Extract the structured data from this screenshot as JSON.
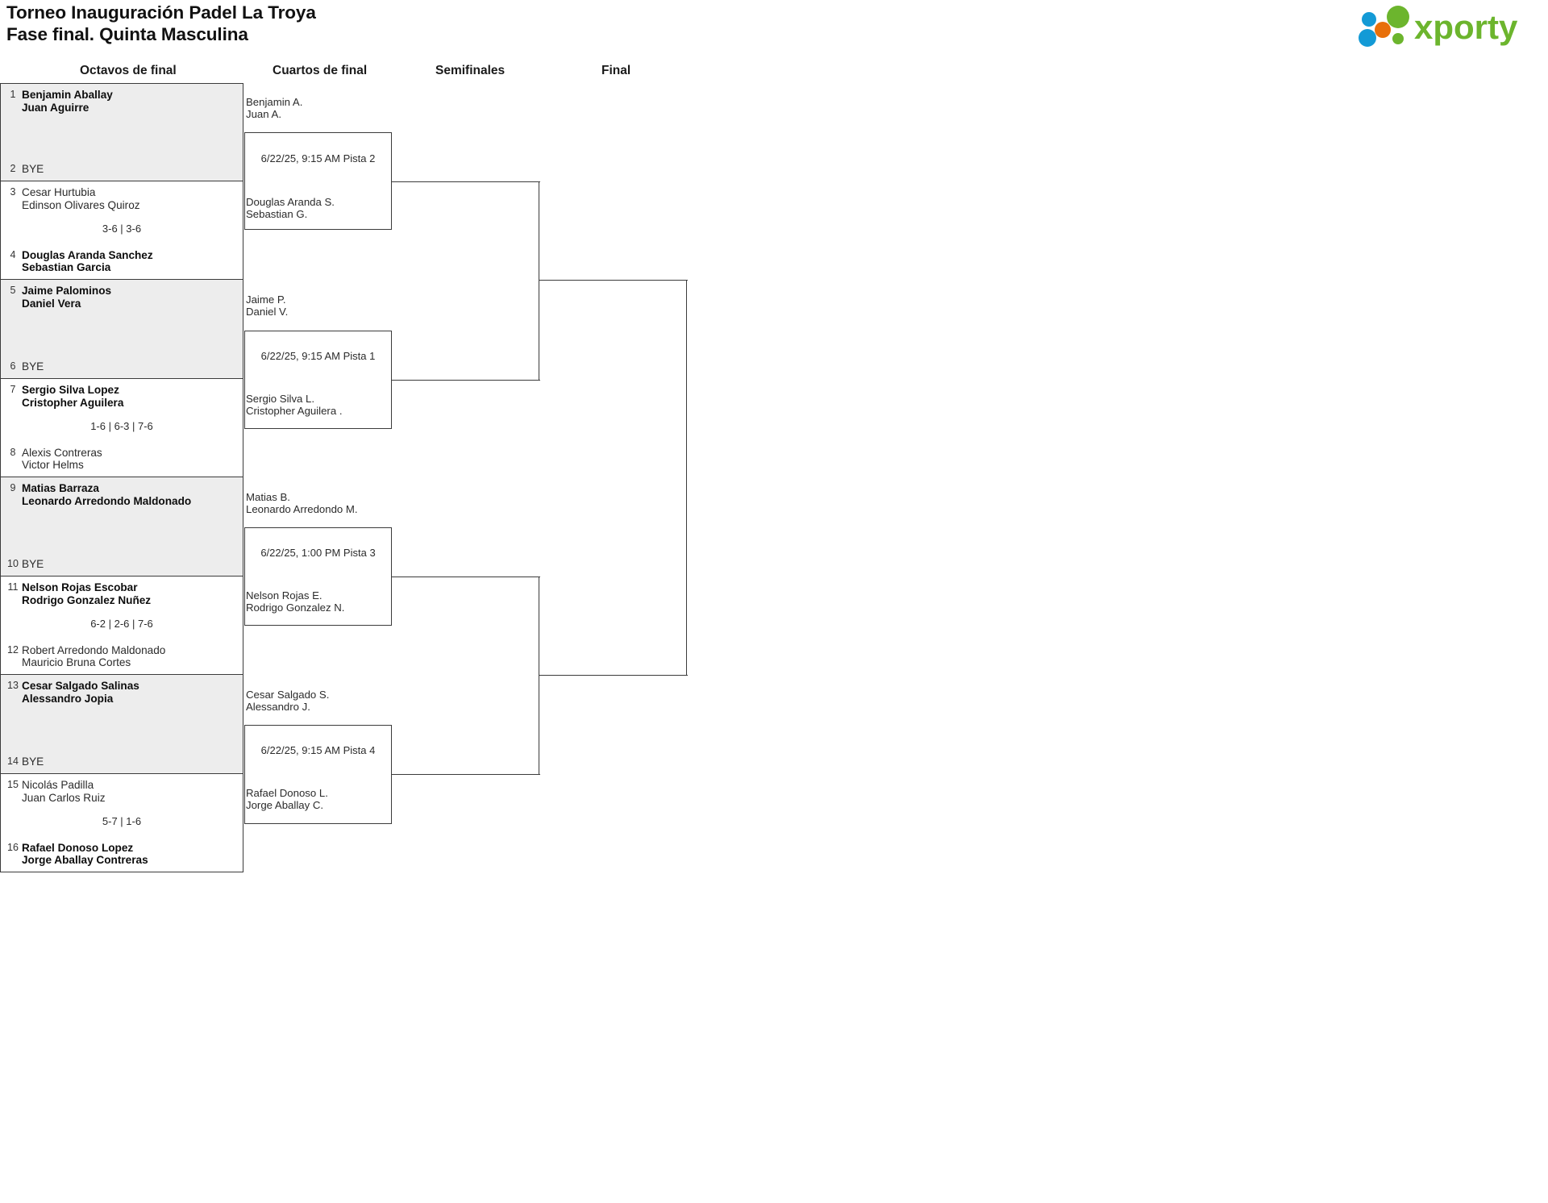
{
  "header": {
    "title_line1": "Torneo Inauguración Padel La Troya",
    "title_line2": "Fase final. Quinta Masculina",
    "logo_text": "xporty",
    "logo_colors": {
      "green": "#6cb52d",
      "blue": "#139ad6",
      "orange": "#e8700a"
    }
  },
  "rounds": [
    {
      "label": "Octavos de final"
    },
    {
      "label": "Cuartos de final"
    },
    {
      "label": "Semifinales"
    },
    {
      "label": "Final"
    }
  ],
  "round1": {
    "matches": [
      {
        "shaded": true,
        "score": "",
        "top": {
          "seed": "1",
          "bye": false,
          "winner": true,
          "p1": "Benjamin Aballay",
          "p2": "Juan Aguirre"
        },
        "bottom": {
          "seed": "2",
          "bye": true,
          "winner": false,
          "label": "BYE"
        }
      },
      {
        "shaded": false,
        "score": "3-6 | 3-6",
        "top": {
          "seed": "3",
          "bye": false,
          "winner": false,
          "p1": "Cesar Hurtubia",
          "p2": "Edinson Olivares Quiroz"
        },
        "bottom": {
          "seed": "4",
          "bye": false,
          "winner": true,
          "p1": "Douglas Aranda Sanchez",
          "p2": "Sebastian Garcia"
        }
      },
      {
        "shaded": true,
        "score": "",
        "top": {
          "seed": "5",
          "bye": false,
          "winner": true,
          "p1": "Jaime Palominos",
          "p2": "Daniel Vera"
        },
        "bottom": {
          "seed": "6",
          "bye": true,
          "winner": false,
          "label": "BYE"
        }
      },
      {
        "shaded": false,
        "score": "1-6 | 6-3 | 7-6",
        "top": {
          "seed": "7",
          "bye": false,
          "winner": true,
          "p1": "Sergio Silva Lopez",
          "p2": "Cristopher Aguilera"
        },
        "bottom": {
          "seed": "8",
          "bye": false,
          "winner": false,
          "p1": "Alexis Contreras",
          "p2": "Victor Helms"
        }
      },
      {
        "shaded": true,
        "score": "",
        "top": {
          "seed": "9",
          "bye": false,
          "winner": true,
          "p1": "Matias Barraza",
          "p2": "Leonardo Arredondo Maldonado"
        },
        "bottom": {
          "seed": "10",
          "bye": true,
          "winner": false,
          "label": "BYE"
        }
      },
      {
        "shaded": false,
        "score": "6-2 | 2-6 | 7-6",
        "top": {
          "seed": "11",
          "bye": false,
          "winner": true,
          "p1": "Nelson Rojas Escobar",
          "p2": "Rodrigo Gonzalez Nuñez"
        },
        "bottom": {
          "seed": "12",
          "bye": false,
          "winner": false,
          "p1": "Robert Arredondo Maldonado",
          "p2": "Mauricio Bruna Cortes"
        }
      },
      {
        "shaded": true,
        "score": "",
        "top": {
          "seed": "13",
          "bye": false,
          "winner": true,
          "p1": "Cesar Salgado Salinas",
          "p2": "Alessandro Jopia"
        },
        "bottom": {
          "seed": "14",
          "bye": true,
          "winner": false,
          "label": "BYE"
        }
      },
      {
        "shaded": false,
        "score": "5-7 | 1-6",
        "top": {
          "seed": "15",
          "bye": false,
          "winner": false,
          "p1": "Nicolás Padilla",
          "p2": "Juan Carlos Ruiz"
        },
        "bottom": {
          "seed": "16",
          "bye": false,
          "winner": true,
          "p1": "Rafael Donoso Lopez",
          "p2": "Jorge Aballay Contreras"
        }
      }
    ]
  },
  "round2": {
    "matches": [
      {
        "when": "6/22/25, 9:15 AM Pista 2",
        "top": {
          "p1": "Benjamin A.",
          "p2": "Juan A."
        },
        "bottom": {
          "p1": "Douglas Aranda S.",
          "p2": "Sebastian G."
        }
      },
      {
        "when": "6/22/25, 9:15 AM Pista 1",
        "top": {
          "p1": "Jaime P.",
          "p2": "Daniel V."
        },
        "bottom": {
          "p1": "Sergio Silva L.",
          "p2": "Cristopher Aguilera ."
        }
      },
      {
        "when": "6/22/25, 1:00 PM Pista 3",
        "top": {
          "p1": "Matias B.",
          "p2": "Leonardo Arredondo M."
        },
        "bottom": {
          "p1": "Nelson Rojas E.",
          "p2": "Rodrigo Gonzalez N."
        }
      },
      {
        "when": "6/22/25, 9:15 AM Pista 4",
        "top": {
          "p1": "Cesar Salgado S.",
          "p2": "Alessandro J."
        },
        "bottom": {
          "p1": "Rafael Donoso L.",
          "p2": "Jorge Aballay C."
        }
      }
    ]
  },
  "round3": {
    "matches": [
      {
        "top": "",
        "bottom": ""
      },
      {
        "top": "",
        "bottom": ""
      }
    ]
  },
  "round4": {
    "matches": [
      {
        "top": "",
        "bottom": ""
      }
    ]
  }
}
